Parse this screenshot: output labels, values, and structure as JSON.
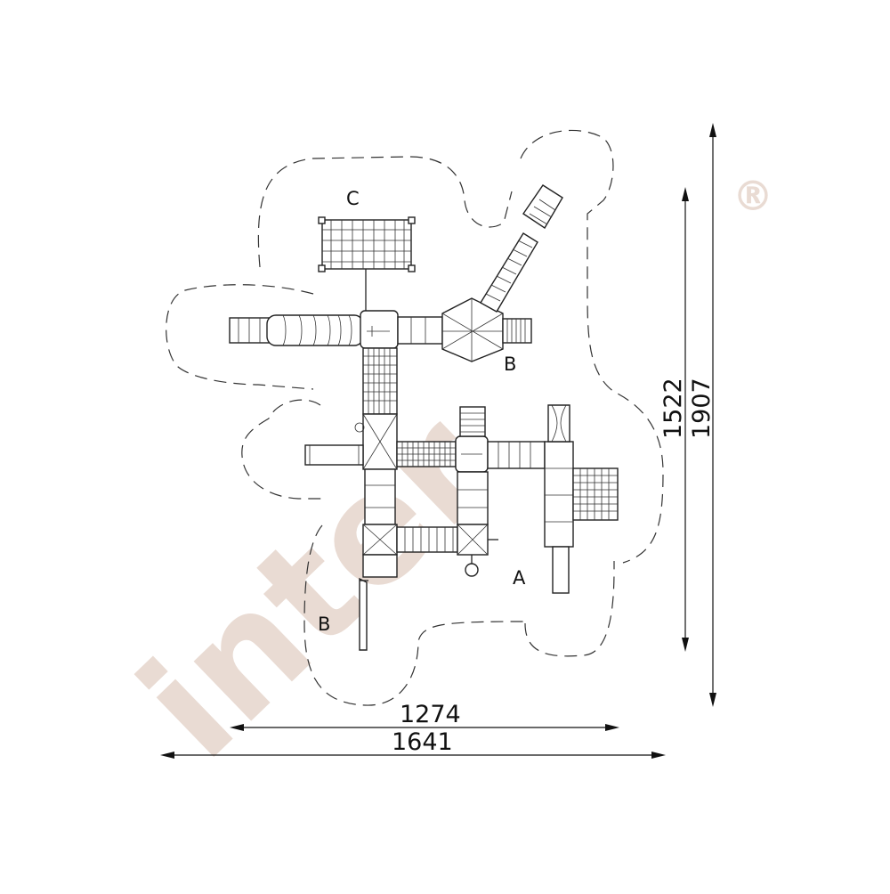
{
  "watermark": {
    "text": "inter",
    "trademark": "®",
    "color": "#e9dbd3"
  },
  "zones": [
    "A",
    "B",
    "B",
    "C"
  ],
  "dimensions": {
    "width_inner": "1274",
    "width_outer": "1641",
    "height_inner": "1522",
    "height_outer": "1907"
  }
}
